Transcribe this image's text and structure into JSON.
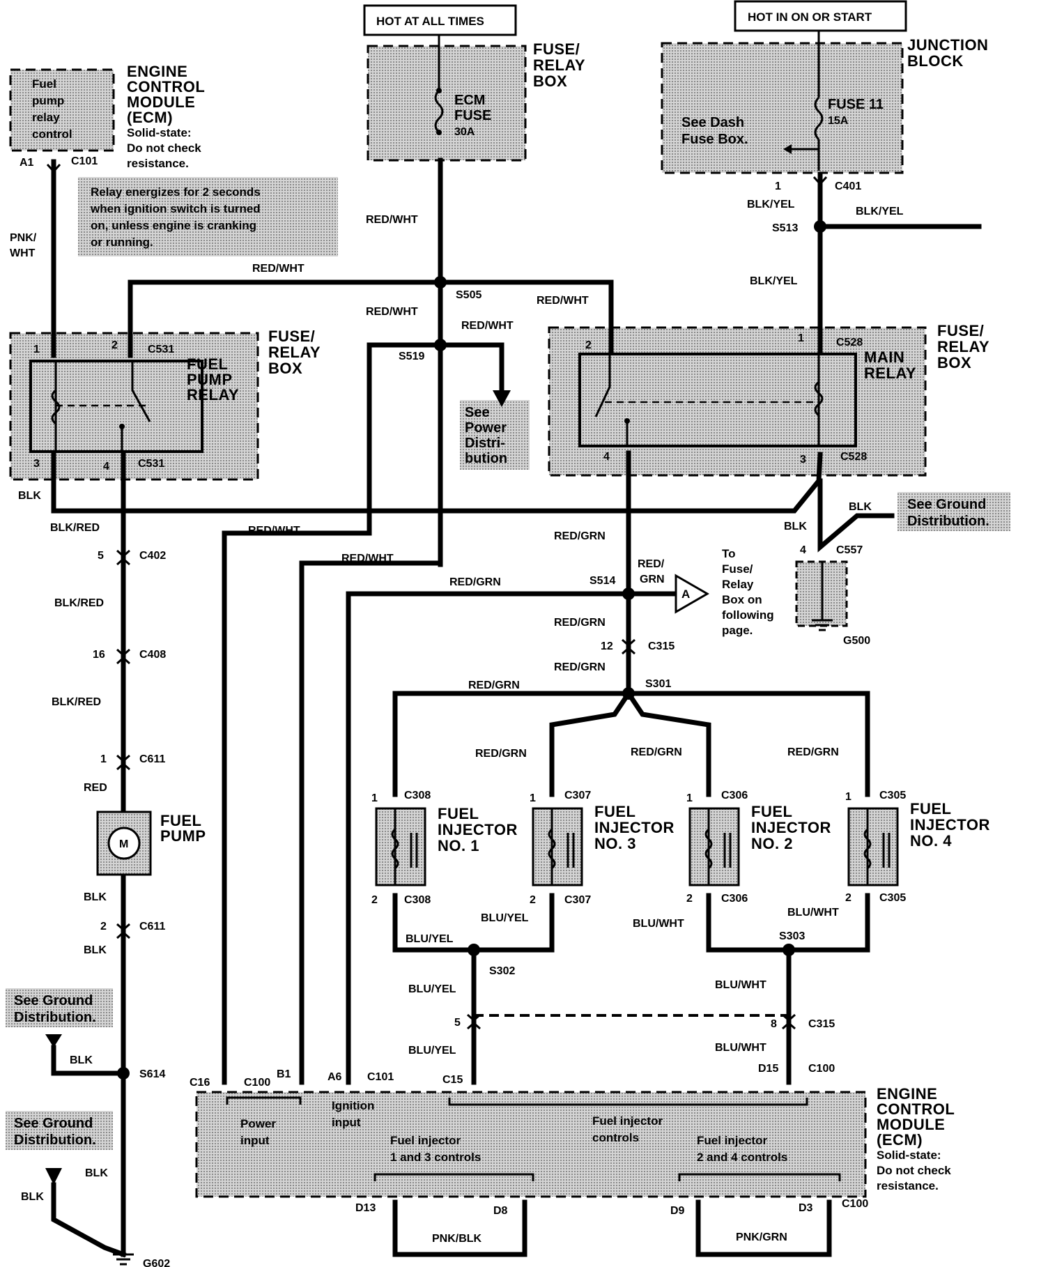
{
  "header": {
    "hot_at_all_times": "HOT AT ALL TIMES",
    "hot_in_on_or_start": "HOT IN ON OR START"
  },
  "components": {
    "ecm_top": {
      "inner_text": [
        "Fuel",
        "pump",
        "relay",
        "control"
      ],
      "title": [
        "ENGINE",
        "CONTROL",
        "MODULE",
        "(ECM)"
      ],
      "note": [
        "Solid-state:",
        "Do not check",
        "resistance."
      ]
    },
    "fuse_relay_box_top": [
      "FUSE/",
      "RELAY",
      "BOX"
    ],
    "ecm_fuse": {
      "name": [
        "ECM",
        "FUSE"
      ],
      "rating": "30A"
    },
    "junction_block": {
      "title": [
        "JUNCTION",
        "BLOCK"
      ],
      "fuse": "FUSE 11",
      "rating": "15A",
      "note": [
        "See Dash",
        "Fuse Box."
      ]
    },
    "relay_note": [
      "Relay energizes for 2 seconds",
      "when ignition switch is turned",
      "on, unless engine is cranking",
      "or running."
    ],
    "fuel_pump_relay": {
      "title": [
        "FUEL",
        "PUMP",
        "RELAY"
      ],
      "box": [
        "FUSE/",
        "RELAY",
        "BOX"
      ]
    },
    "main_relay": {
      "title": [
        "MAIN",
        "RELAY"
      ],
      "box": [
        "FUSE/",
        "RELAY",
        "BOX"
      ]
    },
    "power_distribution": [
      "See",
      "Power",
      "Distri-",
      "bution"
    ],
    "ground_distribution": [
      "See Ground",
      "Distribution."
    ],
    "to_fuse_relay": [
      "To",
      "Fuse/",
      "Relay",
      "Box on",
      "following",
      "page."
    ],
    "connector_ref": "A",
    "fuel_pump": {
      "title": [
        "FUEL",
        "PUMP"
      ],
      "symbol": "M"
    },
    "injectors": [
      {
        "title": [
          "FUEL",
          "INJECTOR",
          "NO. 1"
        ],
        "conn": "C308"
      },
      {
        "title": [
          "FUEL",
          "INJECTOR",
          "NO. 3"
        ],
        "conn": "C307"
      },
      {
        "title": [
          "FUEL",
          "INJECTOR",
          "NO. 2"
        ],
        "conn": "C306"
      },
      {
        "title": [
          "FUEL",
          "INJECTOR",
          "NO. 4"
        ],
        "conn": "C305"
      }
    ],
    "ecm_bottom": {
      "title": [
        "ENGINE",
        "CONTROL",
        "MODULE",
        "(ECM)"
      ],
      "note": [
        "Solid-state:",
        "Do not check",
        "resistance."
      ],
      "power_input": [
        "Power",
        "input"
      ],
      "ignition_input": [
        "Ignition",
        "input"
      ],
      "fuel_injector_controls": [
        "Fuel injector",
        "controls"
      ],
      "inj_13_controls": [
        "Fuel injector",
        "1 and 3 controls"
      ],
      "inj_24_controls": [
        "Fuel injector",
        "2 and 4 controls"
      ]
    }
  },
  "wire_colors": {
    "pnk_wht": [
      "PNK/",
      "WHT"
    ],
    "red_wht": "RED/WHT",
    "blk_yel": "BLK/YEL",
    "blk": "BLK",
    "blk_red": "BLK/RED",
    "red": "RED",
    "red_grn": "RED/GRN",
    "red_grn_split": [
      "RED/",
      "GRN"
    ],
    "blu_yel": "BLU/YEL",
    "blu_wht": "BLU/WHT",
    "pnk_blk": "PNK/BLK",
    "pnk_grn": "PNK/GRN"
  },
  "connectors": {
    "c101": "C101",
    "c401": "C401",
    "c528": "C528",
    "c531": "C531",
    "c557": "C557",
    "c402": "C402",
    "c408": "C408",
    "c611": "C611",
    "c315": "C315",
    "c100": "C100",
    "s505": "S505",
    "s519": "S519",
    "s513": "S513",
    "s514": "S514",
    "s301": "S301",
    "s302": "S302",
    "s303": "S303",
    "s614": "S614",
    "g500": "G500",
    "g602": "G602"
  },
  "pins": {
    "a1": "A1",
    "n1": "1",
    "n2": "2",
    "n3": "3",
    "n4": "4",
    "n5": "5",
    "n8": "8",
    "n12": "12",
    "n16": "16",
    "c16": "C16",
    "b1": "B1",
    "a6": "A6",
    "c15": "C15",
    "d15": "D15",
    "d13": "D13",
    "d8": "D8",
    "d9": "D9",
    "d3": "D3"
  },
  "colors": {
    "ink": "#000000",
    "shade": "#b8b8b8",
    "paper": "#ffffff"
  }
}
